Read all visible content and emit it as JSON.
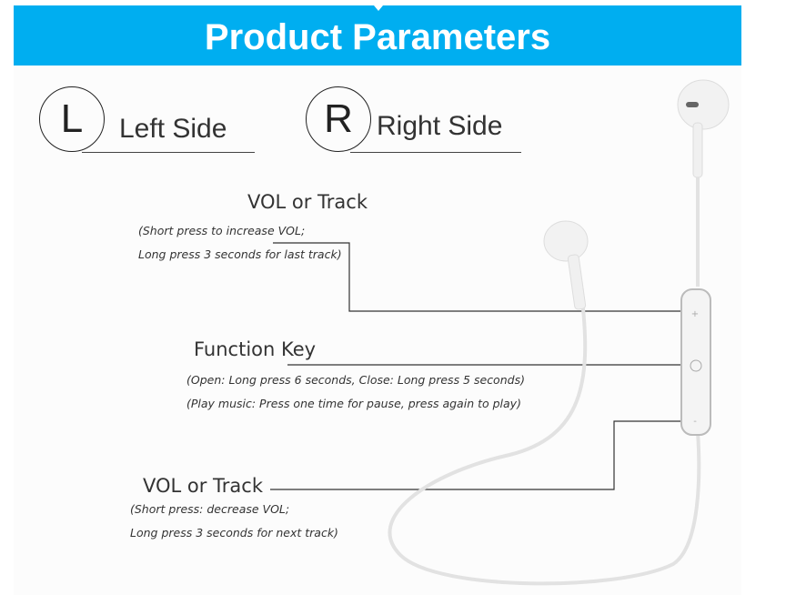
{
  "title": "Product Parameters",
  "left": {
    "letter": "L",
    "label": "Left Side"
  },
  "right": {
    "letter": "R",
    "label": "Right Side"
  },
  "vol_up": {
    "heading": "VOL or Track",
    "line1": "(Short press to increase VOL;",
    "line2": "Long press 3 seconds for last track)"
  },
  "function_key": {
    "heading": "Function Key",
    "line1": "(Open: Long press 6 seconds, Close: Long press 5 seconds)",
    "line2": "(Play music: Press one time for pause, press again to play)"
  },
  "vol_down": {
    "heading": "VOL or Track",
    "line1": "(Short press: decrease VOL;",
    "line2": "Long press 3 seconds for next track)"
  },
  "colors": {
    "banner": "#00aef0"
  }
}
